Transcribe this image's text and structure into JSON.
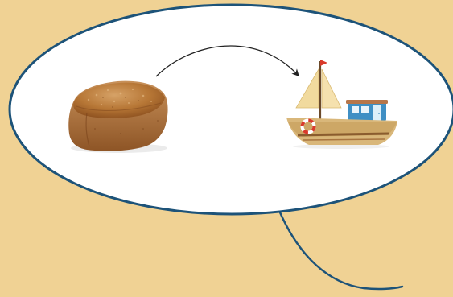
{
  "scene": {
    "objects": [
      {
        "kind": "bread-loaf"
      },
      {
        "kind": "sailboat"
      }
    ],
    "connector": "curved-arrow"
  },
  "colors": {
    "background": "#F0D294",
    "bubble_fill": "#FFFFFF",
    "bubble_outline": "#1D5379",
    "bread_crust": "#A9672E",
    "boat_hull": "#D9B77A",
    "boat_cabin": "#3F8FC4",
    "sail": "#F1DA9E",
    "flag": "#D93A2B"
  }
}
